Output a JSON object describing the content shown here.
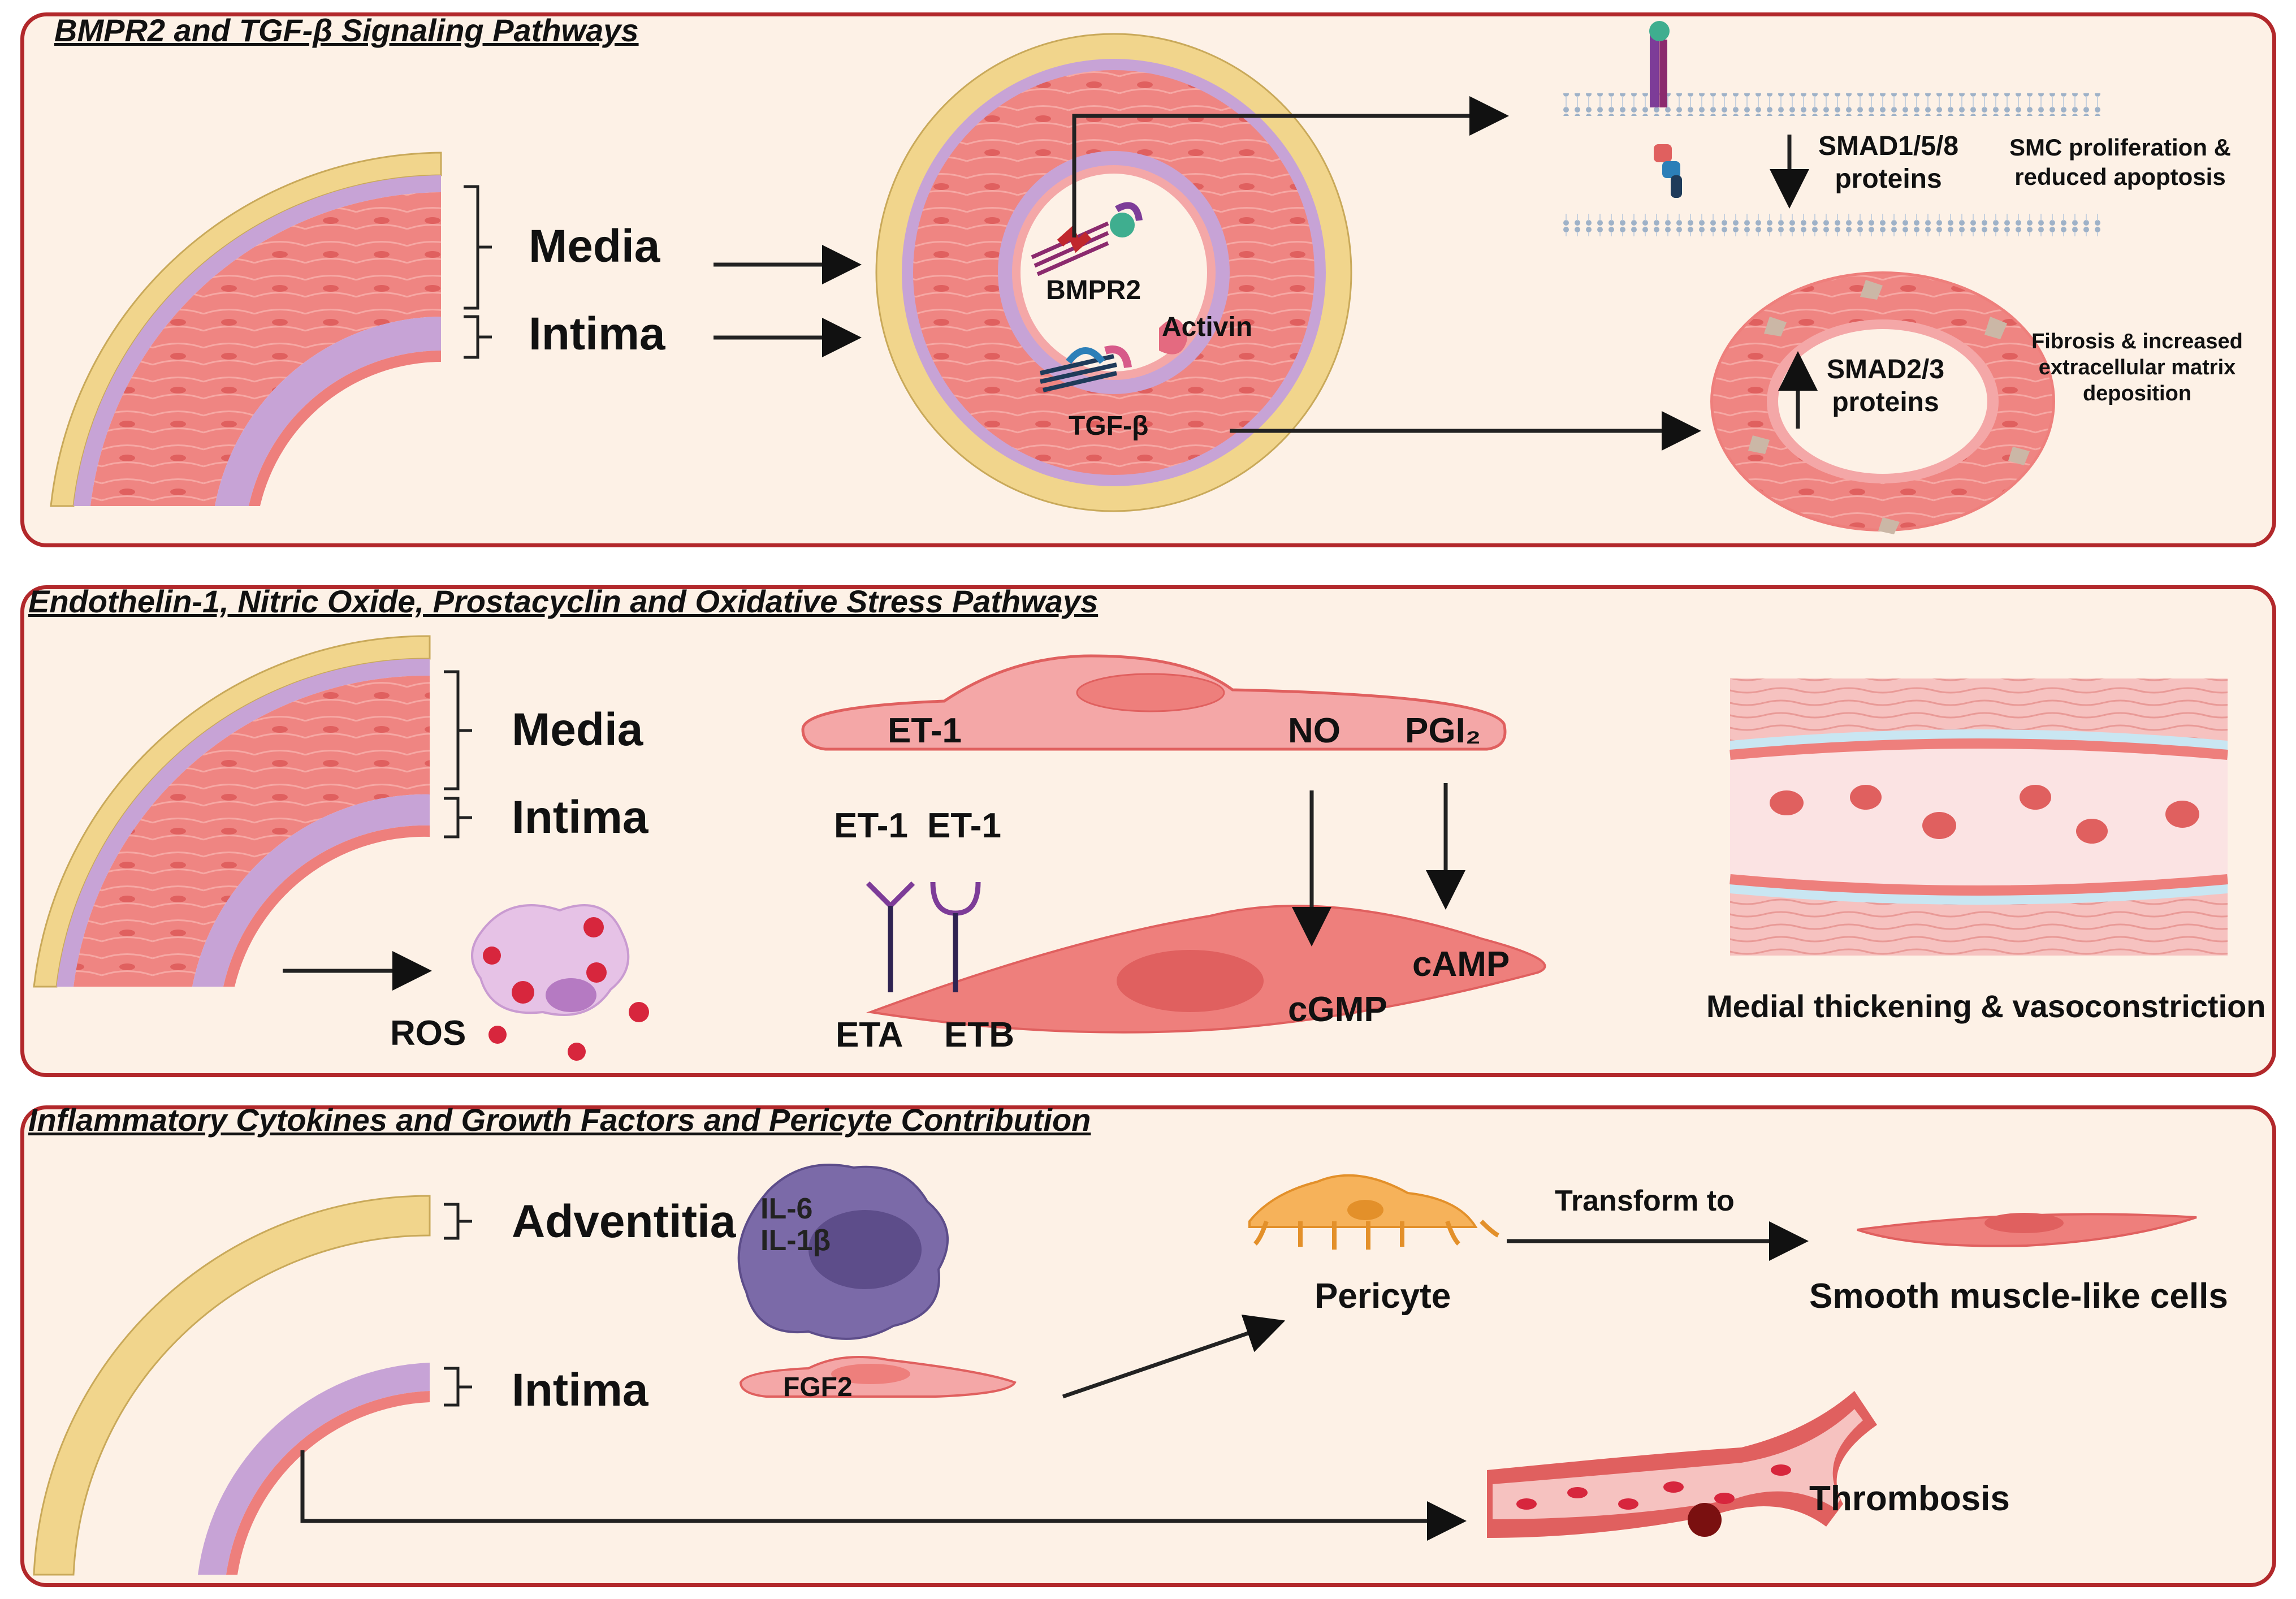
{
  "panels": [
    {
      "title": "BMPR2 and TGF-β Signaling Pathways",
      "labels": {
        "media": "Media",
        "intima": "Intima",
        "bmpr2": "BMPR2",
        "activin": "Activin",
        "tgf_beta": "TGF-β",
        "smad158_line1": "SMAD1/5/8",
        "smad158_line2": "proteins",
        "smc_line1": "SMC proliferation &",
        "smc_line2": "reduced apoptosis",
        "smad23_line1": "SMAD2/3",
        "smad23_line2": "proteins",
        "fibrosis_line1": "Fibrosis & increased",
        "fibrosis_line2": "extracellular matrix",
        "fibrosis_line3": "deposition"
      }
    },
    {
      "title": "Endothelin-1, Nitric Oxide, Prostacyclin and Oxidative Stress Pathways",
      "labels": {
        "media": "Media",
        "intima": "Intima",
        "ros": "ROS",
        "et1_cell": "ET-1",
        "no": "NO",
        "pgi2": "PGI₂",
        "et1_a": "ET-1",
        "et1_b": "ET-1",
        "eta": "ETA",
        "etb": "ETB",
        "cgmp": "cGMP",
        "camp": "cAMP",
        "outcome": "Medial thickening & vasoconstriction"
      }
    },
    {
      "title": "Inflammatory Cytokines and Growth Factors and  Pericyte Contribution",
      "labels": {
        "adventitia": "Adventitia",
        "intima": "Intima",
        "il6": "IL-6",
        "il1b": "IL-1β",
        "fgf2": "FGF2",
        "pericyte": "Pericyte",
        "transform": "Transform to",
        "smc_like": "Smooth muscle-like cells",
        "thrombosis": "Thrombosis"
      }
    }
  ],
  "colors": {
    "panel_border": "#b2282b",
    "panel_bg": "#fdf1e6",
    "adventitia": "#f1d58c",
    "media": "#ee7f7c",
    "intima": "#c7a3d6",
    "endothelium": "#f4a7a7",
    "macrophage": "#7b6aa8",
    "pericyte": "#f6b25a"
  }
}
